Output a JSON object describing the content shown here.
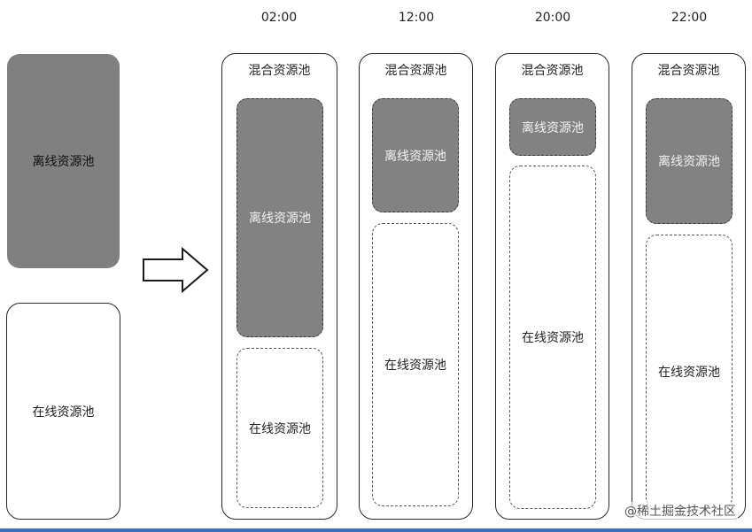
{
  "left": {
    "offline_label": "离线资源池",
    "online_label": "在线资源池"
  },
  "arrow_icon": "right-arrow-icon",
  "columns": [
    {
      "time": "02:00",
      "title": "混合资源池",
      "offline_label": "离线资源池",
      "online_label": "在线资源池"
    },
    {
      "time": "12:00",
      "title": "混合资源池",
      "offline_label": "离线资源池",
      "online_label": "在线资源池"
    },
    {
      "time": "20:00",
      "title": "混合资源池",
      "offline_label": "离线资源池",
      "online_label": "在线资源池"
    },
    {
      "time": "22:00",
      "title": "混合资源池",
      "offline_label": "离线资源池",
      "online_label": "在线资源池"
    }
  ],
  "watermark": "@稀土掘金技术社区",
  "colors": {
    "offline_fill": "#808080",
    "border": "#2a2a2a",
    "footer": "#3f6fb5"
  }
}
